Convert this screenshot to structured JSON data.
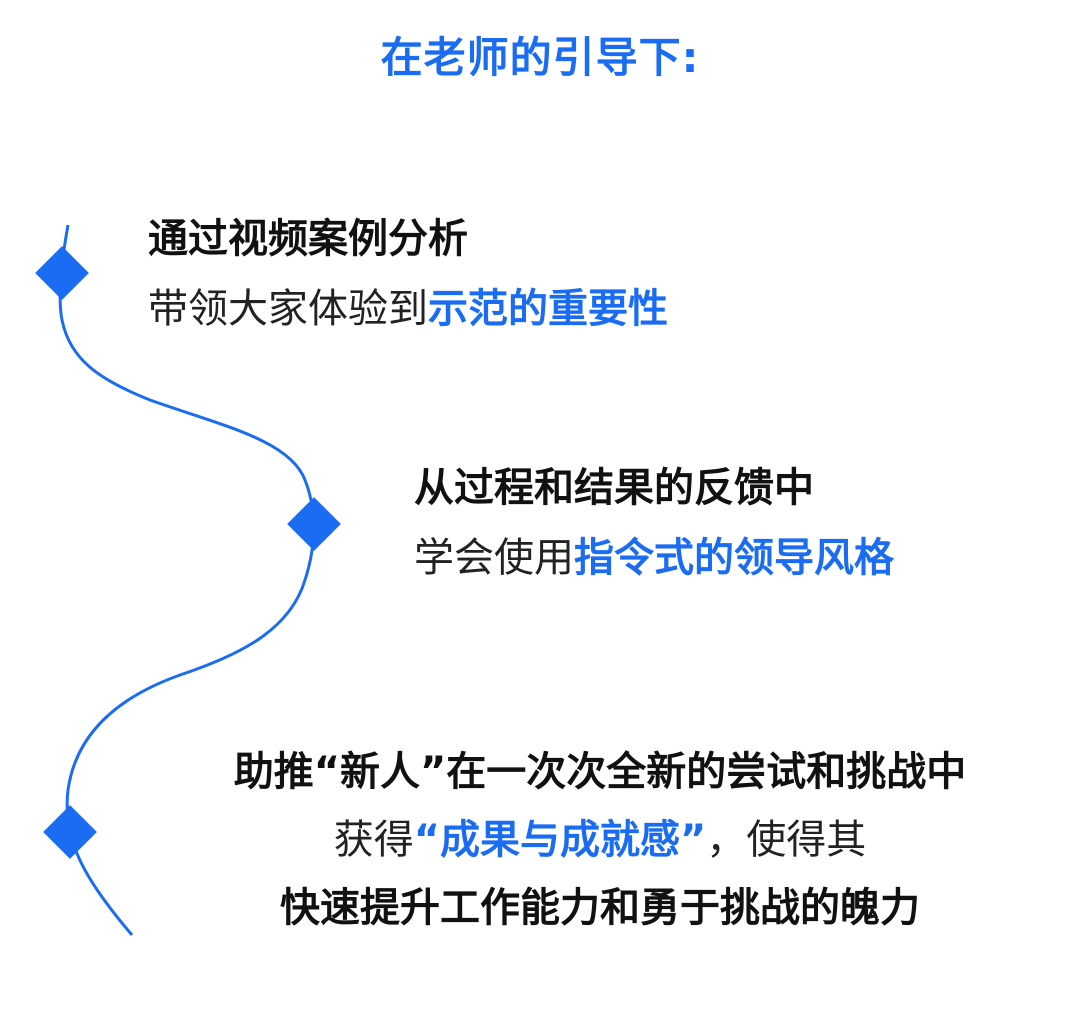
{
  "title": "在老师的引导下:",
  "accent_color": "#1a6cf2",
  "steps": [
    {
      "line1": "通过视频案例分析",
      "line2_plain": "带领大家体验到",
      "line2_highlight": "示范的重要性"
    },
    {
      "line1": "从过程和结果的反馈中",
      "line2_plain": "学会使用",
      "line2_highlight": "指令式的领导风格"
    },
    {
      "line1": "助推“新人”在一次次全新的尝试和挑战中",
      "line2_plain": "获得",
      "line2_highlight": "“成果与成就感”",
      "line2_tail": "，使得其",
      "line3": "快速提升工作能力和勇于挑战的魄力"
    }
  ]
}
